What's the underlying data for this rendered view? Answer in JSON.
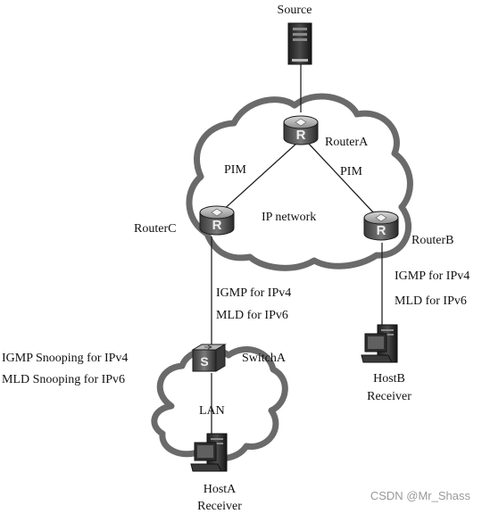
{
  "nodes": {
    "source": "Source",
    "router_a": "RouterA",
    "router_b": "RouterB",
    "router_c": "RouterC",
    "switch_a": "SwitchA",
    "host_a": [
      "HostA",
      "Receiver"
    ],
    "host_b": [
      "HostB",
      "Receiver"
    ]
  },
  "router_glyph": "R",
  "switch_glyph": "S",
  "links": {
    "a_c": "PIM",
    "a_b": "PIM"
  },
  "clouds": {
    "ip_network": "IP network",
    "lan": "LAN"
  },
  "protocols": {
    "c_switch": [
      "IGMP for  IPv4",
      "MLD for  IPv6"
    ],
    "b_host": [
      "IGMP for  IPv4",
      "MLD  for  IPv6"
    ],
    "switch": [
      "IGMP Snooping for IPv4",
      "MLD Snooping for IPv6"
    ]
  },
  "watermark": "CSDN @Mr_Shass",
  "colors": {
    "cloud_fill": "#ffffff",
    "cloud_stroke": "#6a6a6a",
    "device_dark": "#2b2b2b",
    "device_mid": "#6f6f6f"
  }
}
